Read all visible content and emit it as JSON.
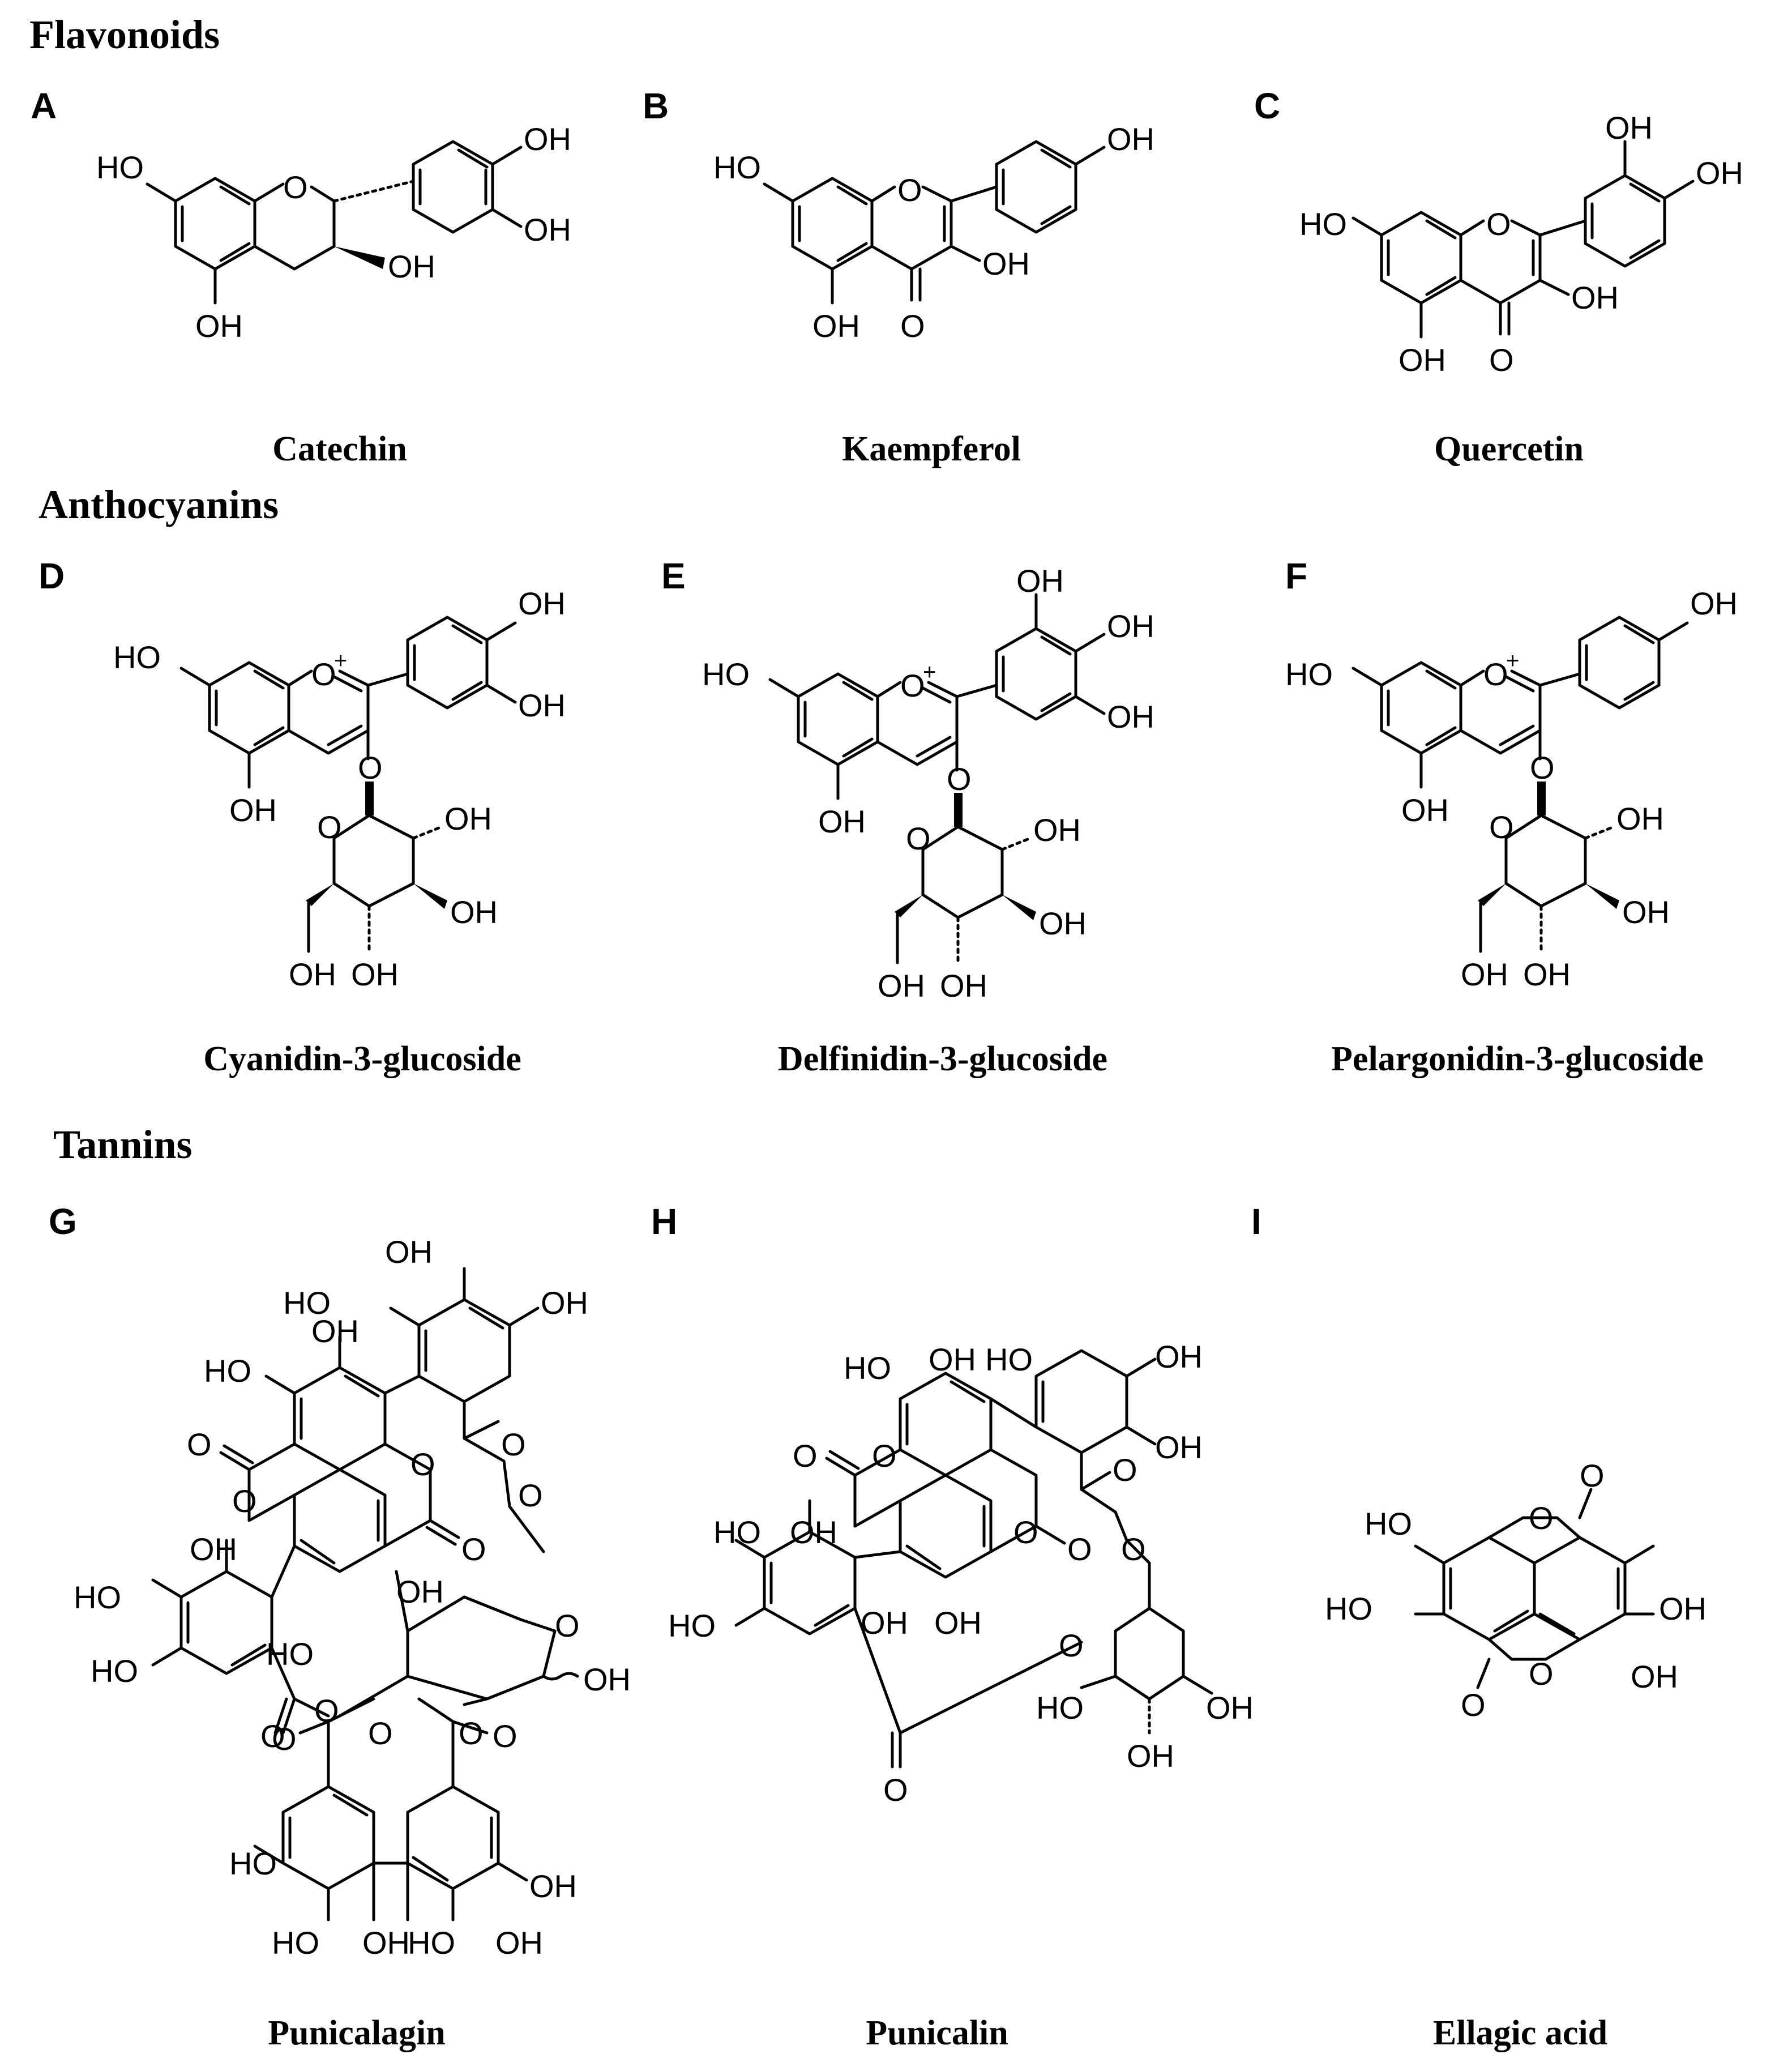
{
  "sections": {
    "flavonoids": "Flavonoids",
    "anthocyanins": "Anthocyanins",
    "tannins": "Tannins"
  },
  "panels": [
    {
      "letter": "A",
      "name": "Catechin"
    },
    {
      "letter": "B",
      "name": "Kaempferol"
    },
    {
      "letter": "C",
      "name": "Quercetin"
    },
    {
      "letter": "D",
      "name": "Cyanidin-3-glucoside"
    },
    {
      "letter": "E",
      "name": "Delfinidin-3-glucoside"
    },
    {
      "letter": "F",
      "name": "Pelargonidin-3-glucoside"
    },
    {
      "letter": "G",
      "name": "Punicalagin"
    },
    {
      "letter": "H",
      "name": "Punicalin"
    },
    {
      "letter": "I",
      "name": "Ellagic acid"
    }
  ],
  "atoms": {
    "oh": "OH",
    "ho": "HO",
    "o": "O",
    "plus": "+"
  }
}
